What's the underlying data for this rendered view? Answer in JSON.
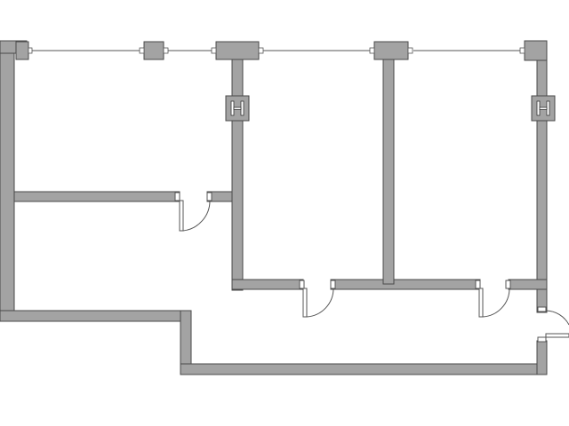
{
  "plan": {
    "wall_color": "#a3a3a3",
    "wall_outline_color": "#4a4a4a",
    "background_color": "#ffffff",
    "heater_symbol": "H",
    "heater_count": 2,
    "door_count": 4,
    "window_count": 4
  }
}
